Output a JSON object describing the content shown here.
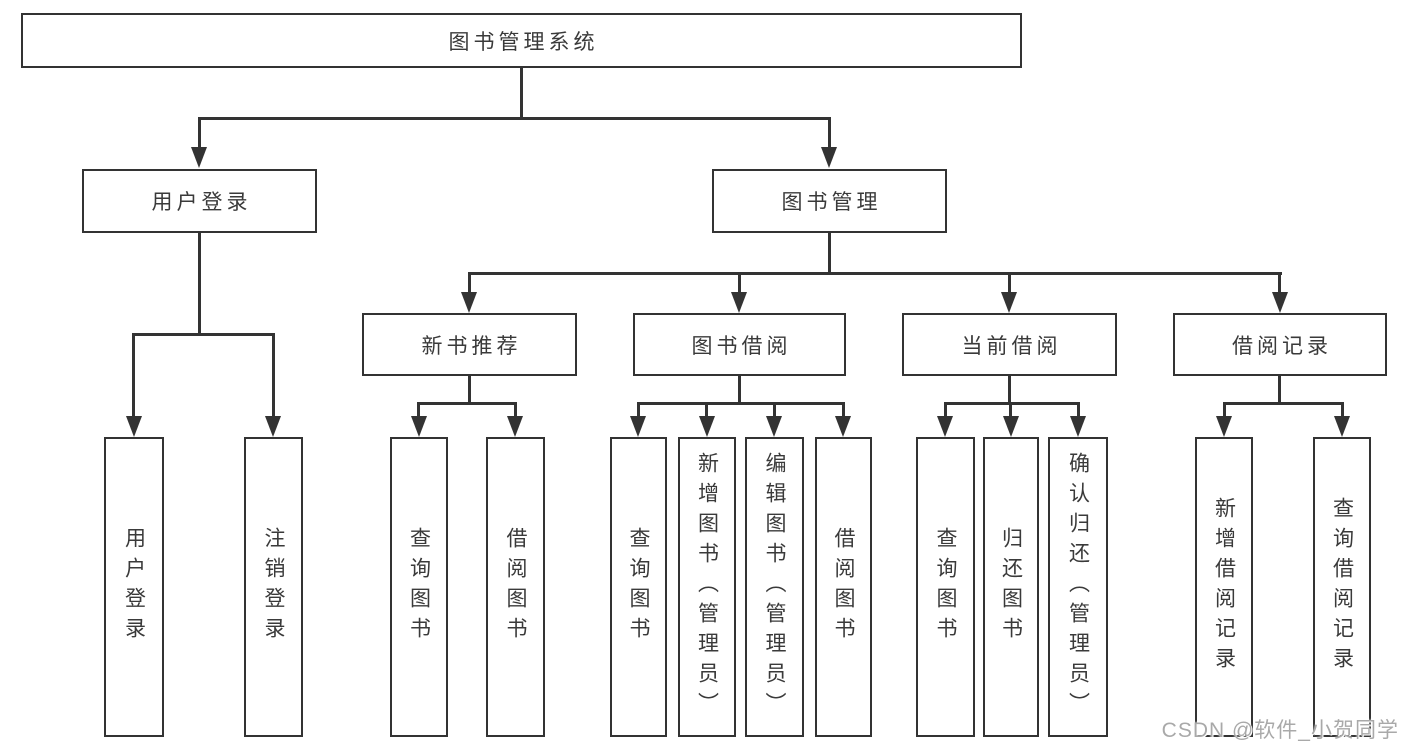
{
  "colors": {
    "line": "#333333",
    "node_border": "#333333",
    "node_text": "#3a3a3a",
    "background": "#ffffff",
    "watermark": "#a9a9a9"
  },
  "watermark": "CSDN @软件_小贺同学",
  "tree": {
    "label": "图书管理系统",
    "children": [
      {
        "label": "用户登录",
        "children": [
          {
            "label": "用户登录"
          },
          {
            "label": "注销登录"
          }
        ]
      },
      {
        "label": "图书管理",
        "children": [
          {
            "label": "新书推荐",
            "children": [
              {
                "label": "查询图书"
              },
              {
                "label": "借阅图书"
              }
            ]
          },
          {
            "label": "图书借阅",
            "children": [
              {
                "label": "查询图书"
              },
              {
                "label": "新增图书（管理员）"
              },
              {
                "label": "编辑图书（管理员）"
              },
              {
                "label": "借阅图书"
              }
            ]
          },
          {
            "label": "当前借阅",
            "children": [
              {
                "label": "查询图书"
              },
              {
                "label": "归还图书"
              },
              {
                "label": "确认归还（管理员）"
              }
            ]
          },
          {
            "label": "借阅记录",
            "children": [
              {
                "label": "新增借阅记录"
              },
              {
                "label": "查询借阅记录"
              }
            ]
          }
        ]
      }
    ]
  }
}
